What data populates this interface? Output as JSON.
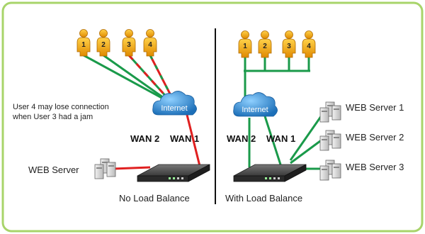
{
  "colors": {
    "frame": "#a8d46a",
    "green_link": "#1a9a4a",
    "red_link": "#e02020",
    "cloud": "#2a8fd6",
    "person": "#f4a800",
    "divider": "#111111"
  },
  "left_panel": {
    "users": [
      "1",
      "2",
      "3",
      "4"
    ],
    "note_line1": "User 4 may lose connection",
    "note_line2": "when User 3 had a jam",
    "cloud_label": "Internet",
    "wan2_label": "WAN 2",
    "wan1_label": "WAN 1",
    "server_label": "WEB Server",
    "caption": "No Load Balance"
  },
  "right_panel": {
    "users": [
      "1",
      "2",
      "3",
      "4"
    ],
    "cloud_label": "Internet",
    "wan2_label": "WAN 2",
    "wan1_label": "WAN 1",
    "servers": [
      "WEB Server 1",
      "WEB Server 2",
      "WEB Server 3"
    ],
    "caption": "With Load Balance"
  }
}
